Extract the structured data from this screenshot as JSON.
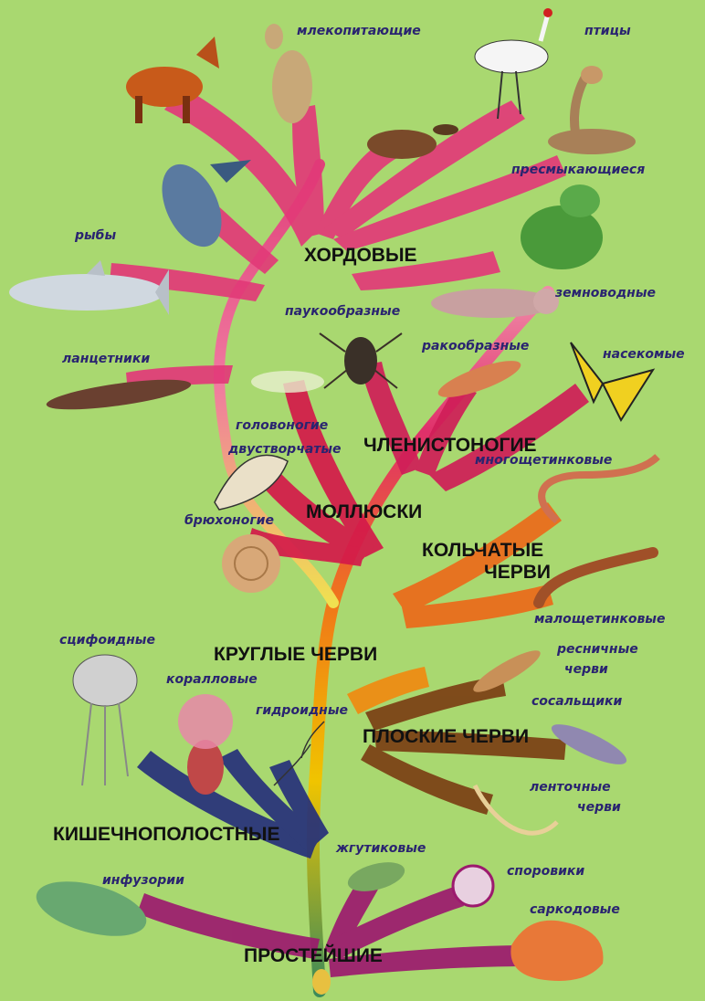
{
  "groups": {
    "chordates": "ХОРДОВЫЕ",
    "arthropods": "ЧЛЕНИСТОНОГИЕ",
    "mollusks": "МОЛЛЮСКИ",
    "annelids_line1": "КОЛЬЧАТЫЕ",
    "annelids_line2": "ЧЕРВИ",
    "roundworms": "КРУГЛЫЕ ЧЕРВИ",
    "flatworms": "ПЛОСКИЕ ЧЕРВИ",
    "coelenterates": "КИШЕЧНОПОЛОСТНЫЕ",
    "protozoa": "ПРОСТЕЙШИЕ"
  },
  "labels": {
    "mammals": "млекопитающие",
    "birds": "птицы",
    "reptiles": "пресмыкающиеся",
    "fish": "рыбы",
    "amphibians": "земноводные",
    "arachnids": "паукообразные",
    "crustaceans": "ракообразные",
    "lancelets": "ланцетники",
    "insects": "насекомые",
    "cephalopods": "головоногие",
    "bivalves": "двустворчатые",
    "polychaetes": "многощетинковые",
    "gastropods": "брюхоногие",
    "oligochaetes": "малощетинковые",
    "scyphozoa": "сцифоидные",
    "ciliated_worms_line1": "ресничные",
    "ciliated_worms_line2": "черви",
    "corals": "коралловые",
    "hydroids": "гидроидные",
    "flukes": "сосальщики",
    "tapeworms_line1": "ленточные",
    "tapeworms_line2": "черви",
    "flagellates": "жгутиковые",
    "infusoria": "инфузории",
    "sporozoa": "споровики",
    "sarcodina": "саркодовые"
  },
  "colors": {
    "background": "#a9d870",
    "chordates_branch": "#e0407a",
    "arthropods_branch": "#d4145a",
    "annelids_branch": "#e8601c",
    "flatworms_branch": "#7a3a10",
    "coelenterates_branch": "#26307a",
    "protozoa_branch": "#9c1a6e",
    "trunk_low": "#f0a800",
    "label_text": "#2a2470"
  },
  "icons": [
    "fox-icon",
    "kangaroo-icon",
    "platypus-icon",
    "crane-icon",
    "cobra-icon",
    "frog-icon",
    "salmon-icon",
    "shark-icon",
    "axolotl-icon",
    "spider-icon",
    "lancelet-icon",
    "squid-icon",
    "shrimp-icon",
    "butterfly-icon",
    "scallop-icon",
    "snail-icon",
    "polychaete-worm-icon",
    "earthworm-icon",
    "jellyfish-icon",
    "sea-anemone-icon",
    "hydra-icon",
    "flatworm-icon",
    "fluke-icon",
    "tapeworm-icon",
    "euglena-icon",
    "paramecium-icon",
    "sporozoan-icon",
    "amoeba-icon"
  ]
}
